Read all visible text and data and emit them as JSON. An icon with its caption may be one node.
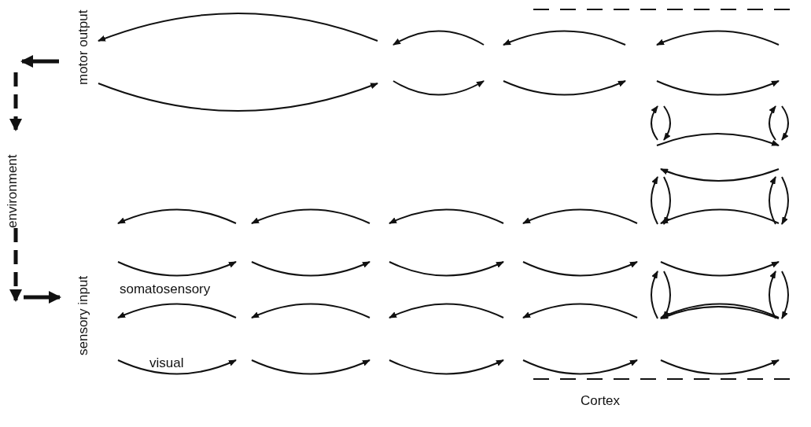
{
  "diagram": {
    "labels": [
      "motor output",
      "environment",
      "sensory input",
      "somatosensory",
      "visual",
      "Cortex"
    ]
  }
}
